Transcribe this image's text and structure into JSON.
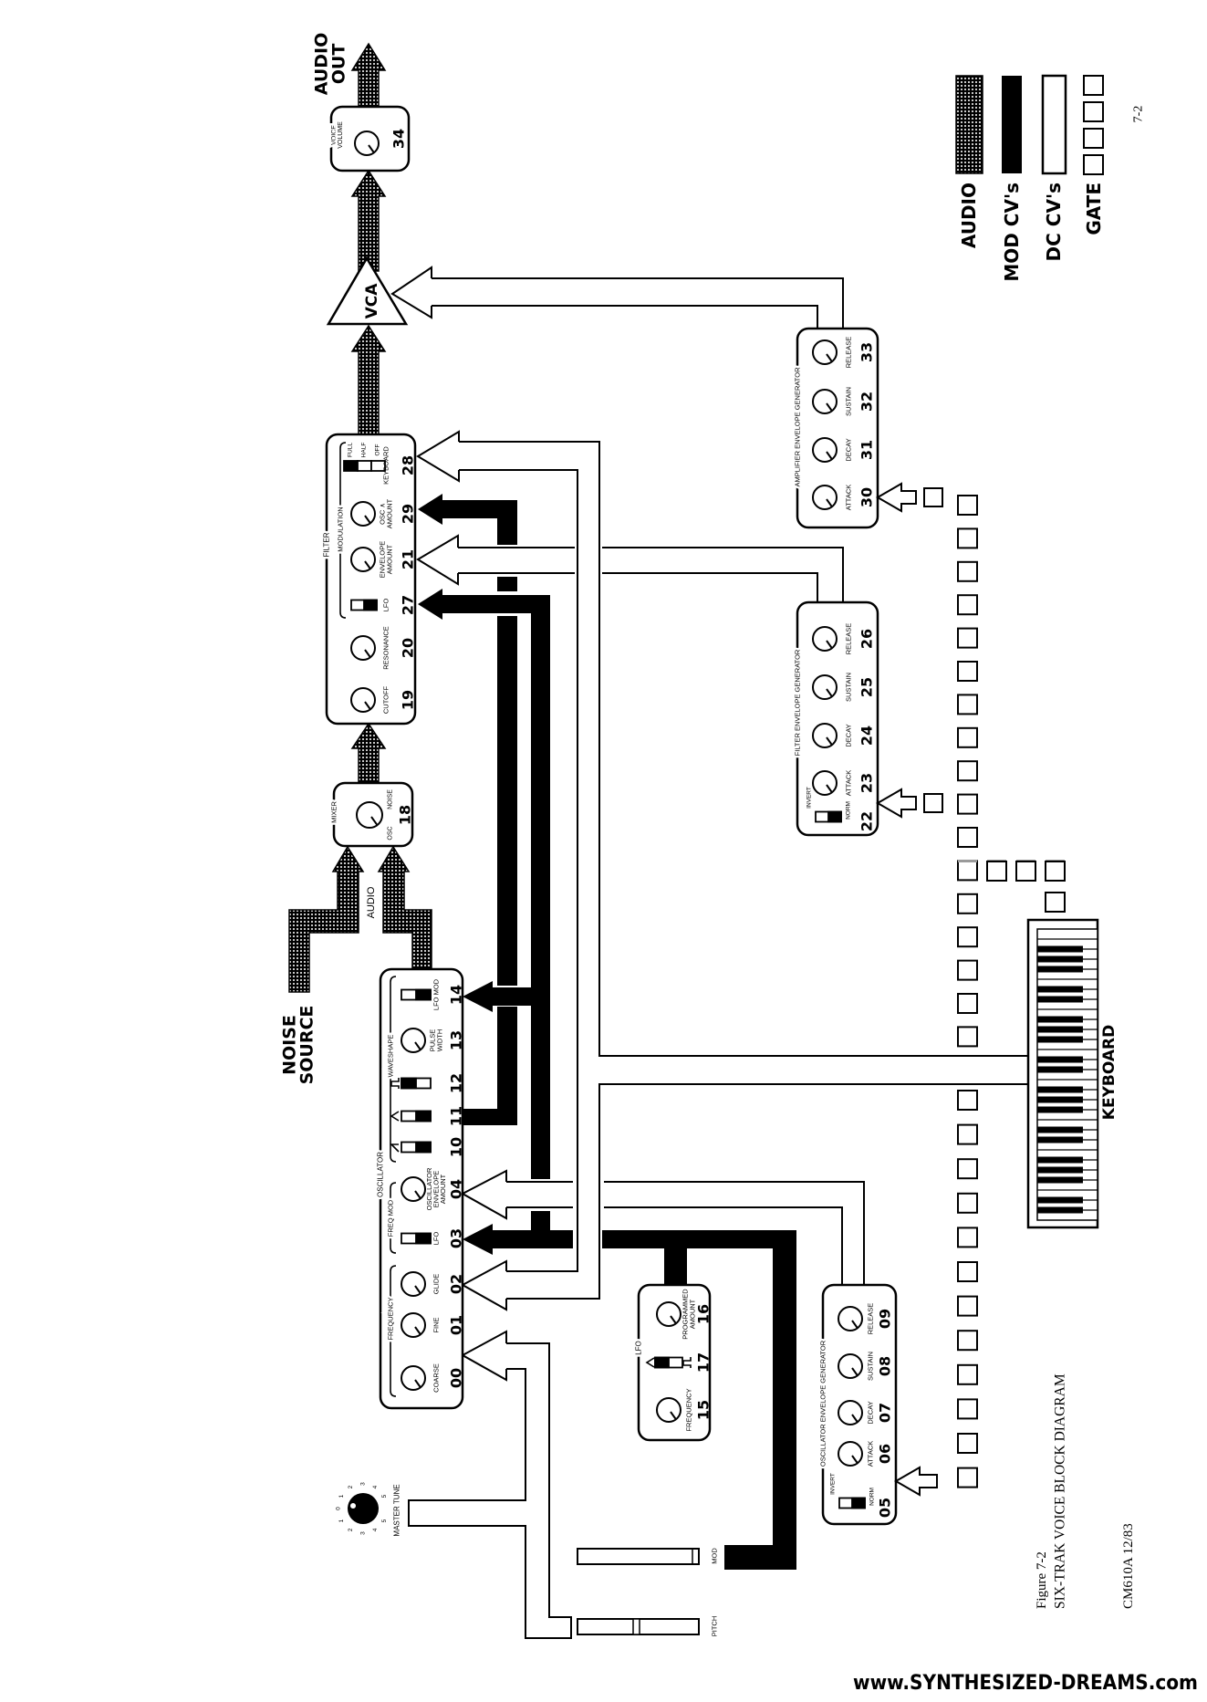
{
  "labels": {
    "audio_out": [
      "AUDIO",
      "OUT"
    ],
    "noise_source": [
      "NOISE",
      "SOURCE"
    ],
    "audio": "AUDIO",
    "vca": "VCA",
    "keyboard": "KEYBOARD",
    "master_tune": "MASTER TUNE",
    "mod": "MOD",
    "pitch": "PITCH"
  },
  "master_tune_scale": [
    "5",
    "4",
    "3",
    "2",
    "1",
    "0",
    "1",
    "2",
    "3",
    "4",
    "5"
  ],
  "legend": [
    {
      "label": "AUDIO",
      "swatch": "stipple"
    },
    {
      "label": "MOD CV's",
      "swatch": "solid"
    },
    {
      "label": "DC CV's",
      "swatch": "outline"
    },
    {
      "label": "GATE",
      "swatch": "squares"
    }
  ],
  "colors": {
    "ink": "#000000",
    "paper": "#ffffff",
    "gate_bar": "#9a9a9a"
  },
  "modules": {
    "voice_volume": {
      "title": [
        "VOICE",
        "VOLUME"
      ],
      "params": [
        {
          "num": "34",
          "type": "knob"
        }
      ]
    },
    "mixer": {
      "title": "MIXER",
      "params": [
        {
          "num": "18",
          "type": "knob",
          "left_label": "OSC",
          "right_label": "NOISE"
        }
      ]
    },
    "filter": {
      "title": "FILTER",
      "group": "MODULATION",
      "params": [
        {
          "num": "19",
          "label": [
            "CUTOFF"
          ],
          "type": "knob"
        },
        {
          "num": "20",
          "label": [
            "RESONANCE"
          ],
          "type": "knob"
        },
        {
          "num": "27",
          "label": [
            "LFO"
          ],
          "type": "switch",
          "on": "right"
        },
        {
          "num": "21",
          "label": [
            "ENVELOPE",
            "AMOUNT"
          ],
          "type": "knob"
        },
        {
          "num": "29",
          "label": [
            "OSC ∧",
            "AMOUNT"
          ],
          "type": "knob"
        },
        {
          "num": "28",
          "label": [
            "KEYBOARD"
          ],
          "type": "switch3",
          "options": [
            "FULL",
            "HALF",
            "OFF"
          ],
          "selected": "FULL"
        }
      ]
    },
    "oscillator": {
      "title": "OSCILLATOR",
      "groups": [
        "FREQUENCY",
        "FREQ MOD",
        "WAVESHAPE"
      ],
      "params": [
        {
          "num": "00",
          "label": [
            "COARSE"
          ],
          "type": "knob"
        },
        {
          "num": "01",
          "label": [
            "FINE"
          ],
          "type": "knob"
        },
        {
          "num": "02",
          "label": [
            "GLIDE"
          ],
          "type": "knob"
        },
        {
          "num": "03",
          "label": [
            "LFO"
          ],
          "type": "switch",
          "on": "right"
        },
        {
          "num": "04",
          "label": [
            "OSCILLATOR",
            "ENVELOPE",
            "AMOUNT"
          ],
          "type": "knob"
        },
        {
          "num": "10",
          "type": "switch",
          "on": "right",
          "icon": "sawtooth-wave-icon"
        },
        {
          "num": "11",
          "type": "switch",
          "on": "right",
          "icon": "triangle-wave-icon"
        },
        {
          "num": "12",
          "type": "switch",
          "on": "left",
          "icon": "pulse-wave-icon"
        },
        {
          "num": "13",
          "label": [
            "PULSE",
            "WIDTH"
          ],
          "type": "knob"
        },
        {
          "num": "14",
          "label": [
            "LFO MOD"
          ],
          "type": "switch",
          "on": "right"
        }
      ]
    },
    "lfo": {
      "title": "LFO",
      "params": [
        {
          "num": "15",
          "label": [
            "FREQUENCY"
          ],
          "type": "knob"
        },
        {
          "num": "17",
          "type": "switch",
          "on": "left",
          "icons": [
            "triangle-wave-icon",
            "pulse-wave-icon"
          ]
        },
        {
          "num": "16",
          "label": [
            "PROGRAMMED",
            "AMOUNT"
          ],
          "type": "knob"
        }
      ]
    },
    "osc_env": {
      "title": "OSCILLATOR ENVELOPE GENERATOR",
      "params": [
        {
          "num": "05",
          "type": "switch",
          "on": "right",
          "options": [
            "INVERT",
            "NORM"
          ]
        },
        {
          "num": "06",
          "label": [
            "ATTACK"
          ],
          "type": "knob"
        },
        {
          "num": "07",
          "label": [
            "DECAY"
          ],
          "type": "knob"
        },
        {
          "num": "08",
          "label": [
            "SUSTAIN"
          ],
          "type": "knob"
        },
        {
          "num": "09",
          "label": [
            "RELEASE"
          ],
          "type": "knob"
        }
      ]
    },
    "filter_env": {
      "title": "FILTER ENVELOPE GENERATOR",
      "params": [
        {
          "num": "22",
          "type": "switch",
          "on": "right",
          "options": [
            "INVERT",
            "NORM"
          ]
        },
        {
          "num": "23",
          "label": [
            "ATTACK"
          ],
          "type": "knob"
        },
        {
          "num": "24",
          "label": [
            "DECAY"
          ],
          "type": "knob"
        },
        {
          "num": "25",
          "label": [
            "SUSTAIN"
          ],
          "type": "knob"
        },
        {
          "num": "26",
          "label": [
            "RELEASE"
          ],
          "type": "knob"
        }
      ]
    },
    "amp_env": {
      "title": "AMPLIFIER ENVELOPE GENERATOR",
      "params": [
        {
          "num": "30",
          "label": [
            "ATTACK"
          ],
          "type": "knob"
        },
        {
          "num": "31",
          "label": [
            "DECAY"
          ],
          "type": "knob"
        },
        {
          "num": "32",
          "label": [
            "SUSTAIN"
          ],
          "type": "knob"
        },
        {
          "num": "33",
          "label": [
            "RELEASE"
          ],
          "type": "knob"
        }
      ]
    }
  },
  "caption": {
    "figure": "Figure 7-2",
    "title": "SIX-TRAK VOICE BLOCK DIAGRAM",
    "doc_code": "CM610A  12/83",
    "page": "7-2"
  },
  "watermark": "www.SYNTHESIZED-DREAMS.com"
}
